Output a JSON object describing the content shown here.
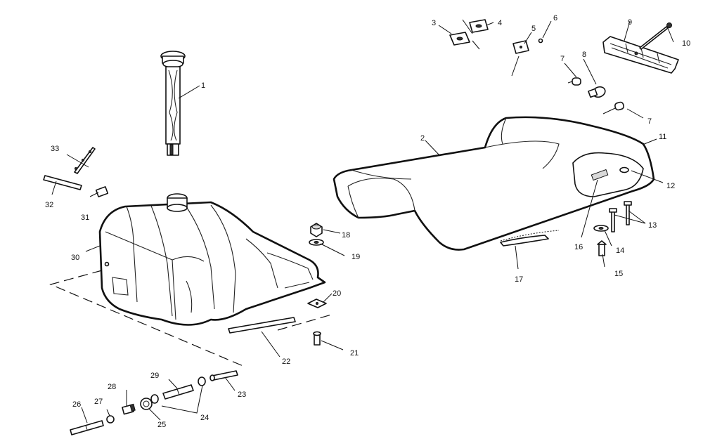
{
  "callouts": {
    "c1": "1",
    "c2": "2",
    "c3": "3",
    "c4": "4",
    "c5": "5",
    "c6": "6",
    "c7a": "7",
    "c7b": "7",
    "c8": "8",
    "c9": "9",
    "c10": "10",
    "c11": "11",
    "c12": "12",
    "c13": "13",
    "c14": "14",
    "c15": "15",
    "c16": "16",
    "c17": "17",
    "c18": "18",
    "c19": "19",
    "c20": "20",
    "c21": "21",
    "c22": "22",
    "c23": "23",
    "c24": "24",
    "c25": "25",
    "c26": "26",
    "c27": "27",
    "c28": "28",
    "c29": "29",
    "c30": "30",
    "c31": "31",
    "c32": "32",
    "c33": "33"
  }
}
